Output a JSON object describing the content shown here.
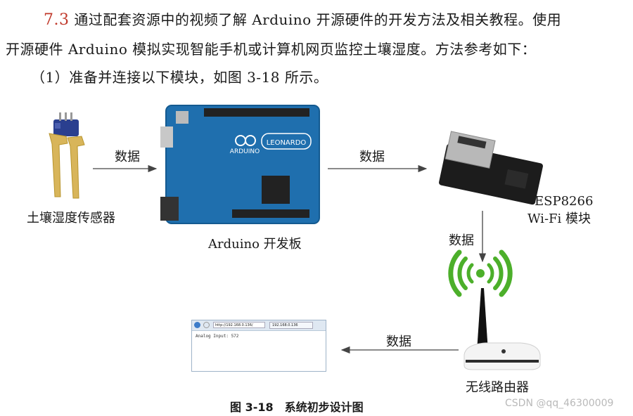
{
  "text": {
    "section_number": "7.3",
    "line1": "通过配套资源中的视频了解 Arduino 开源硬件的开发方法及相关教程。使用",
    "line2": "开源硬件 Arduino 模拟实现智能手机或计算机网页监控土壤湿度。方法参考如下：",
    "line3": "（1）准备并连接以下模块，如图 3-18 所示。"
  },
  "diagram": {
    "sensor_label": "土壤湿度传感器",
    "arduino_label": "Arduino 开发板",
    "esp_label_1": "ESP8266",
    "esp_label_2": "Wi-Fi 模块",
    "router_label": "无线路由器",
    "edge_label": "数据",
    "board_leonardo": "LEONARDO",
    "board_brand": "ARDUINO",
    "browser_url": "http://192.168.0.136/",
    "browser_tab": "192.168.0.136",
    "browser_content": "Analog Input: 572"
  },
  "caption": "图 3-18　系统初步设计图",
  "watermark": "CSDN @qq_46300009",
  "colors": {
    "accent_red": "#c0392b",
    "board_blue": "#1f6fae",
    "wifi_green": "#4caf2a",
    "sensor_blue": "#2a3f8f",
    "gold": "#d8b55a"
  }
}
